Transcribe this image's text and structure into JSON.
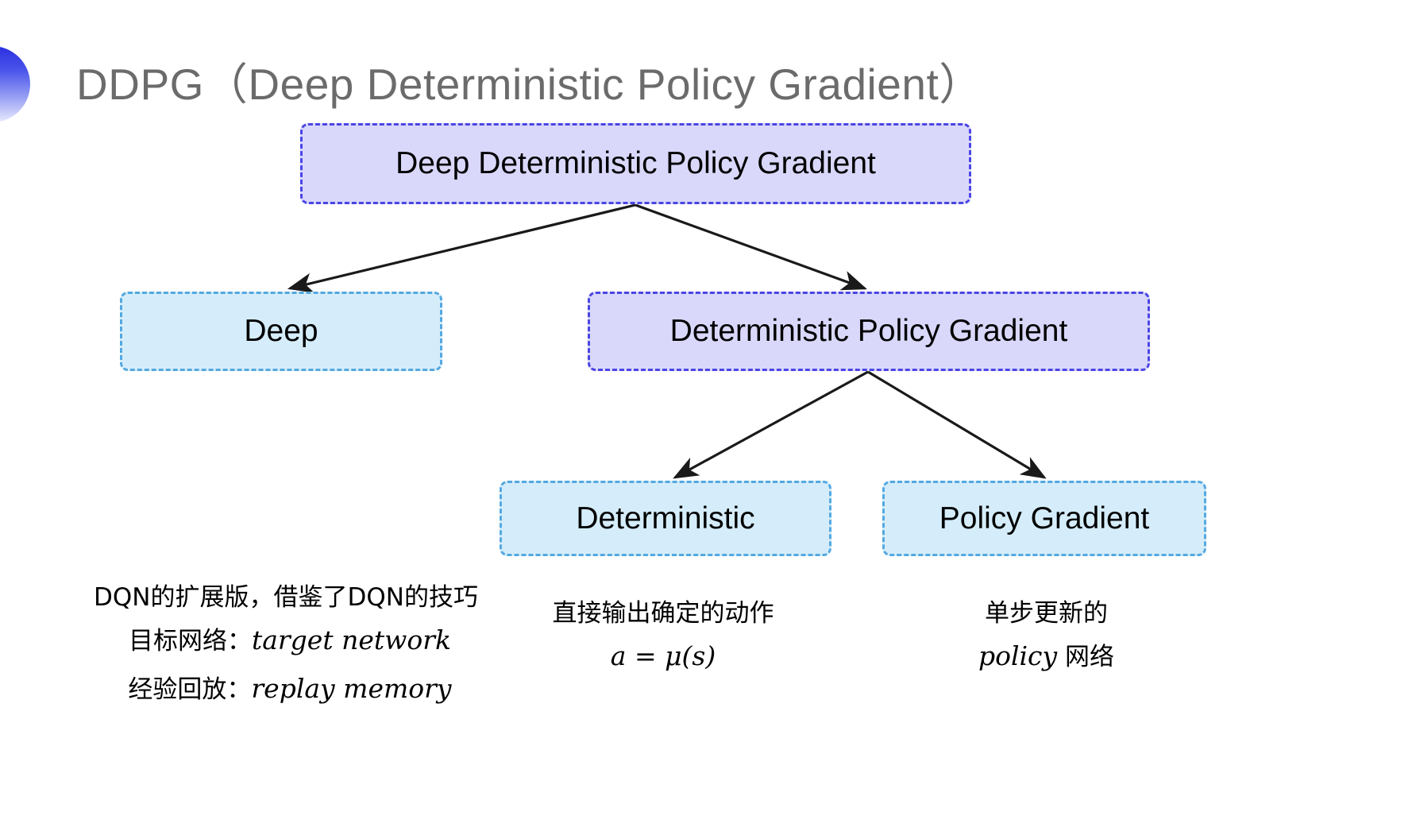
{
  "slide": {
    "title": "DDPG（Deep Deterministic Policy Gradient）",
    "bullet_icon": "half-circle-gradient-icon",
    "background_color": "#ffffff",
    "title_color": "#6b6b6b"
  },
  "colors": {
    "purple_fill": "#d9d8fb",
    "purple_border": "#4b45e4",
    "blue_fill": "#d5edfa",
    "blue_border": "#54a8e0",
    "arrow": "#1a1a1a",
    "text": "#000000"
  },
  "diagram": {
    "type": "tree",
    "nodes": [
      {
        "id": "root",
        "label": "Deep Deterministic Policy Gradient",
        "style": "purple"
      },
      {
        "id": "deep",
        "label": "Deep",
        "style": "blue"
      },
      {
        "id": "dpg",
        "label": "Deterministic Policy Gradient",
        "style": "purple"
      },
      {
        "id": "det",
        "label": "Deterministic",
        "style": "blue"
      },
      {
        "id": "pg",
        "label": "Policy Gradient",
        "style": "blue"
      }
    ],
    "edges": [
      {
        "from": "root",
        "to": "deep"
      },
      {
        "from": "root",
        "to": "dpg"
      },
      {
        "from": "dpg",
        "to": "det"
      },
      {
        "from": "dpg",
        "to": "pg"
      }
    ]
  },
  "captions": {
    "deep": {
      "line1": "DQN的扩展版，借鉴了DQN的技巧",
      "line2_label": "目标网络：",
      "line2_term": "target network",
      "line3_label": "经验回放：",
      "line3_term": "replay memory"
    },
    "deterministic": {
      "line1": "直接输出确定的动作",
      "line2": "a = μ(s)"
    },
    "policy_gradient": {
      "line1": "单步更新的",
      "line2_term": "policy",
      "line2_suffix": " 网络"
    }
  }
}
